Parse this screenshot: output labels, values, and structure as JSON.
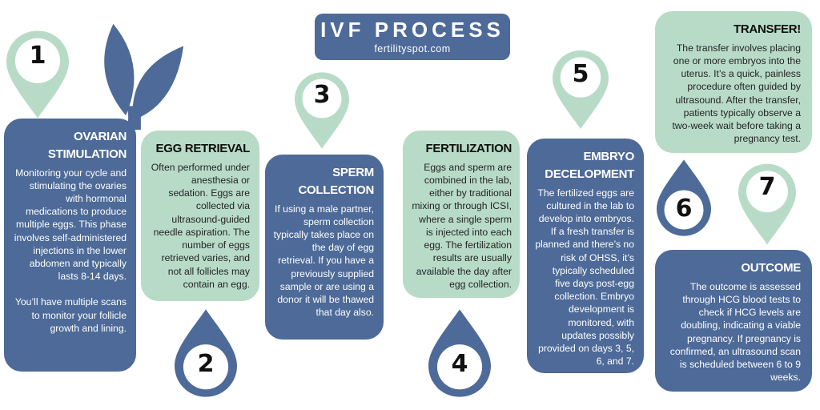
{
  "title": {
    "main": "IVF PROCESS",
    "subtitle": "fertilityspot.com"
  },
  "colors": {
    "blue": "#4D6A98",
    "green": "#B8DBC7",
    "heading_dark": "#0e0e0e",
    "body_dark": "#232323",
    "white": "#ffffff"
  },
  "steps": [
    {
      "number": "1",
      "heading": "OVARIAN STIMULATION",
      "body": "Monitoring your cycle and stimulating the ovaries with hormonal medications to produce multiple eggs. This phase involves self-administered injections in the lower abdomen and typically lasts 8-14 days.",
      "body2": "You’ll have multiple scans to monitor your follicle growth and lining."
    },
    {
      "number": "2",
      "heading": "EGG RETRIEVAL",
      "body": "Often performed under anesthesia or sedation. Eggs are collected via ultrasound-guided needle aspiration. The number of eggs retrieved varies, and not all follicles may contain an egg."
    },
    {
      "number": "3",
      "heading": "SPERM COLLECTION",
      "body": "If using a male partner, sperm collection typically takes place on the day of egg retrieval. If you have a previously supplied sample or are using a donor it will be thawed that day also."
    },
    {
      "number": "4",
      "heading": "FERTILIZATION",
      "body": "Eggs and sperm are combined in the lab, either by traditional mixing or through ICSI, where a single sperm is injected into each egg. The fertilization results are usually available the day after egg collection."
    },
    {
      "number": "5",
      "heading": "EMBRYO DECELOPMENT",
      "body": "The fertilized eggs are cultured in the lab to develop into embryos. If a fresh transfer is planned and there’s no risk of OHSS, it’s typically scheduled five days post-egg collection. Embryo development is monitored, with updates possibly provided on days 3, 5, 6, and 7."
    },
    {
      "number": "6",
      "heading": "TRANSFER!",
      "body": "The transfer involves placing one or more embryos into the uterus. It’s a quick, painless procedure often guided by ultrasound. After the transfer, patients typically observe a two-week wait before taking a pregnancy test."
    },
    {
      "number": "7",
      "heading": "OUTCOME",
      "body": "The outcome is assessed through HCG blood tests to check if HCG levels are doubling, indicating a viable pregnancy. If pregnancy is confirmed, an ultrasound scan is scheduled between 6 to 9 weeks."
    }
  ]
}
